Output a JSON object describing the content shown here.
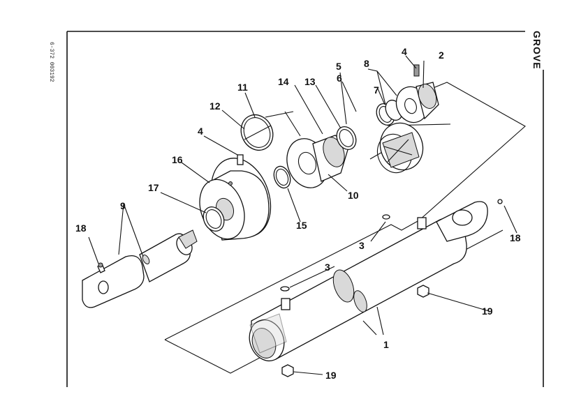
{
  "brand": "GROVE",
  "drawing_code": "6-372 003192",
  "callouts": {
    "c1": "1",
    "c2": "2",
    "c3a": "3",
    "c3b": "3",
    "c4a": "4",
    "c4b": "4",
    "c5": "5",
    "c6": "6",
    "c7": "7",
    "c8": "8",
    "c9": "9",
    "c10": "10",
    "c11": "11",
    "c12": "12",
    "c13": "13",
    "c14": "14",
    "c15": "15",
    "c16": "16",
    "c17": "17",
    "c18a": "18",
    "c18b": "18",
    "c19a": "19",
    "c19b": "19"
  }
}
